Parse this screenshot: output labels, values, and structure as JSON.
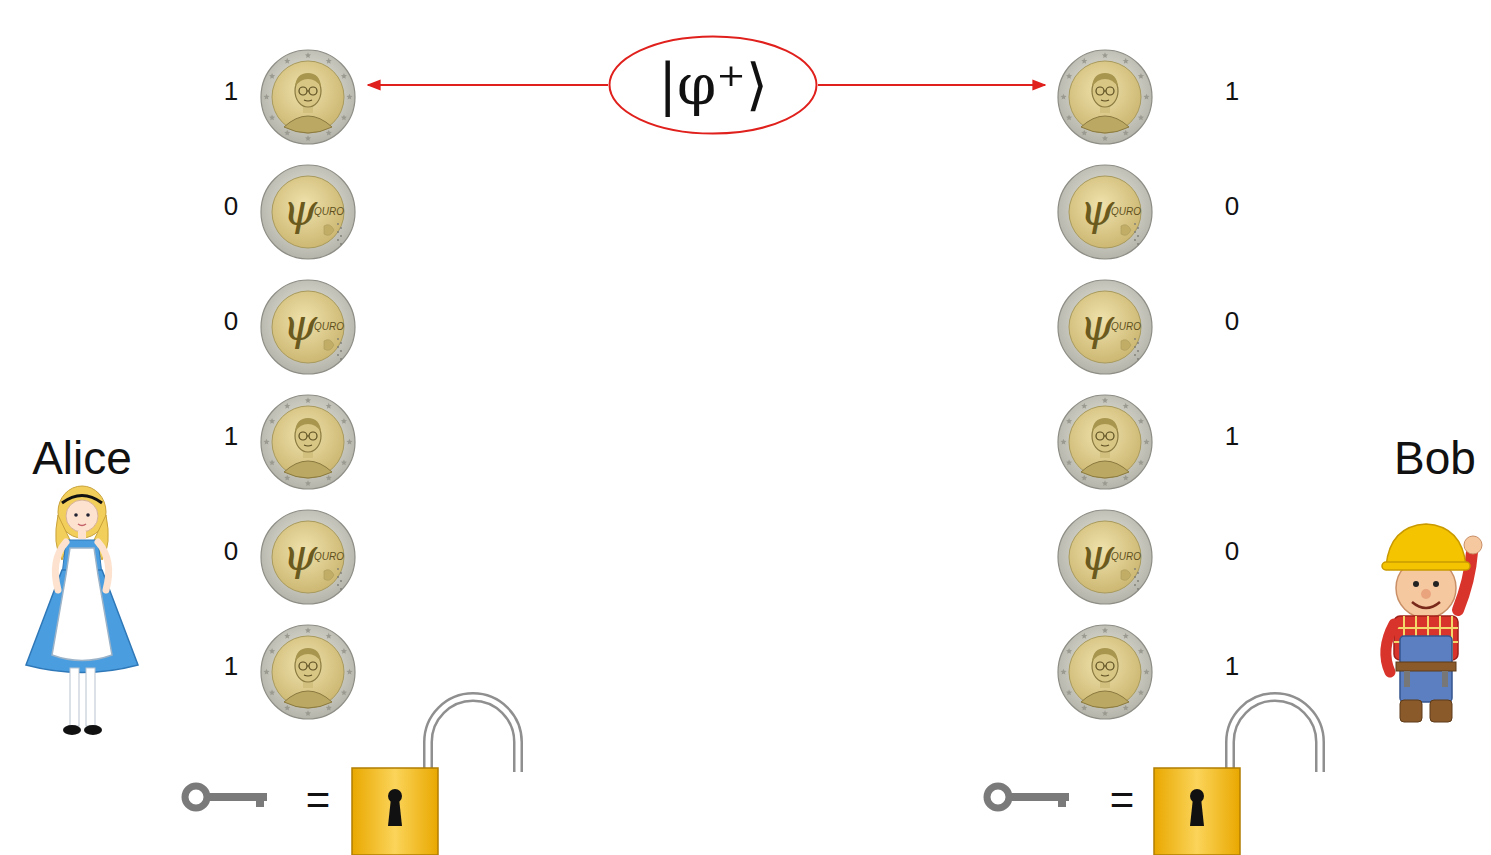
{
  "diagram": {
    "nodes": [
      {
        "text": [
          "|φ⁺⟩"
        ]
      },
      {
        "text": [
          "1"
        ]
      },
      {
        "text": [
          "0",
          "ψ",
          "QURO"
        ]
      },
      {
        "text": [
          "0",
          "ψ",
          "QURO"
        ]
      },
      {
        "text": [
          "1"
        ]
      },
      {
        "text": [
          "0",
          "ψ",
          "QURO"
        ]
      },
      {
        "text": [
          "1"
        ]
      },
      {
        "text": [
          "1"
        ]
      },
      {
        "text": [
          "0",
          "ψ",
          "QURO"
        ]
      },
      {
        "text": [
          "0",
          "ψ",
          "QURO"
        ]
      },
      {
        "text": [
          "1"
        ]
      },
      {
        "text": [
          "0",
          "ψ",
          "QURO"
        ]
      },
      {
        "text": [
          "1"
        ]
      }
    ],
    "edges": [
      {
        "from": 0,
        "to": 1,
        "arrow": "to"
      },
      {
        "from": 0,
        "to": 7,
        "arrow": "to"
      }
    ],
    "labels": [
      "Alice",
      "Bob",
      "=",
      "="
    ]
  }
}
